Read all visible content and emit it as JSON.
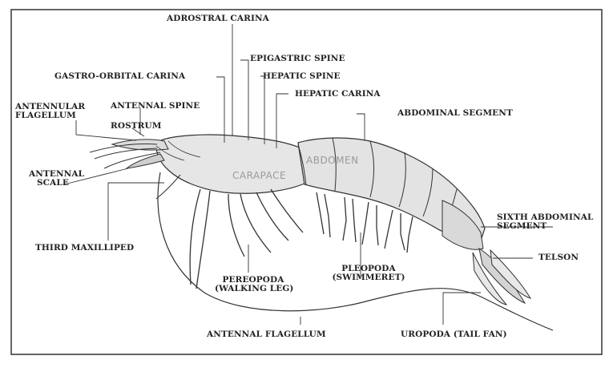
{
  "labels": {
    "adrostral_carina": "ADROSTRAL CARINA",
    "epigastric_spine": "EPIGASTRIC SPINE",
    "gastro_orbital_carina": "GASTRO-ORBITAL CARINA",
    "hepatic_spine": "HEPATIC SPINE",
    "hepatic_carina": "HEPATIC CARINA",
    "antennular_flagellum_1": "ANTENNULAR",
    "antennular_flagellum_2": "FLAGELLUM",
    "antennal_spine": "ANTENNAL SPINE",
    "rostrum": "ROSTRUM",
    "abdominal_segment": "ABDOMINAL SEGMENT",
    "antennal_scale_1": "ANTENNAL",
    "antennal_scale_2": "SCALE",
    "third_maxilliped": "THIRD MAXILLIPED",
    "sixth_abdominal_1": "SIXTH ABDOMINAL",
    "sixth_abdominal_2": "SEGMENT",
    "telson": "TELSON",
    "pereopoda_1": "PEREOPODA",
    "pereopoda_2": "(WALKING LEG)",
    "pleopoda_1": "PLEOPODA",
    "pleopoda_2": "(SWIMMERET)",
    "antennal_flagellum": "ANTENNAL FLAGELLUM",
    "uropoda": "UROPODA (TAIL FAN)",
    "abdomen": "ABDOMEN",
    "carapace": "CARAPACE"
  }
}
